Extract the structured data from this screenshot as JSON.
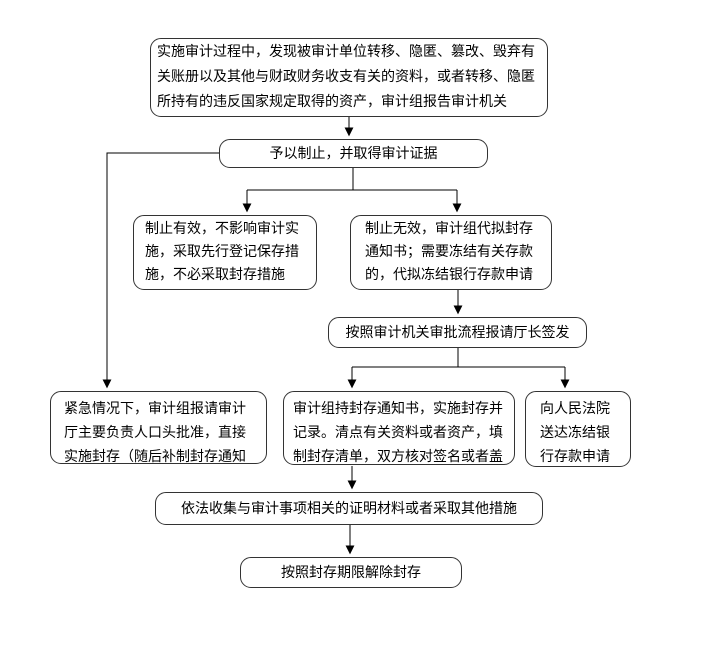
{
  "diagram": {
    "title_hint": "audit seizure/freeze procedure flowchart",
    "colors": {
      "background": "#ffffff",
      "node_fill": "#ffffff",
      "node_border": "#333333",
      "connector": "#000000",
      "text": "#000000"
    },
    "nodes": [
      {
        "id": "report",
        "text": "实施审计过程中，发现被审计单位转移、隐匿、篡改、毁弃有关账册以及其他与财政财务收支有关的资料，或者转移、隐匿所持有的违反国家规定取得的资产，审计组报告审计机关"
      },
      {
        "id": "stop",
        "text": "予以制止，并取得审计证据"
      },
      {
        "id": "stop-effective",
        "text": "制止有效，不影响审计实施，采取先行登记保存措施，不必采取封存措施"
      },
      {
        "id": "stop-ineffective",
        "text": "制止无效，审计组代拟封存通知书；需要冻结有关存款的，代拟冻结银行存款申请"
      },
      {
        "id": "approval",
        "text": "按照审计机关审批流程报请厅长签发"
      },
      {
        "id": "urgent",
        "text": "紧急情况下，审计组报请审计厅主要负责人口头批准，直接实施封存（随后补制封存通知"
      },
      {
        "id": "seal",
        "text": "审计组持封存通知书，实施封存并记录。清点有关资料或者资产，填制封存清单，双方核对签名或者盖"
      },
      {
        "id": "court",
        "text": "向人民法院送达冻结银行存款申请"
      },
      {
        "id": "evidence",
        "text": "依法收集与审计事项相关的证明材料或者采取其他措施"
      },
      {
        "id": "unseal",
        "text": "按照封存期限解除封存"
      }
    ],
    "edges": [
      {
        "from": "report",
        "to": "stop"
      },
      {
        "from": "stop",
        "to": "stop-effective"
      },
      {
        "from": "stop",
        "to": "stop-ineffective"
      },
      {
        "from": "stop",
        "to": "urgent"
      },
      {
        "from": "stop-ineffective",
        "to": "approval"
      },
      {
        "from": "approval",
        "to": "seal"
      },
      {
        "from": "approval",
        "to": "court"
      },
      {
        "from": "seal",
        "to": "evidence"
      },
      {
        "from": "evidence",
        "to": "unseal"
      }
    ]
  }
}
